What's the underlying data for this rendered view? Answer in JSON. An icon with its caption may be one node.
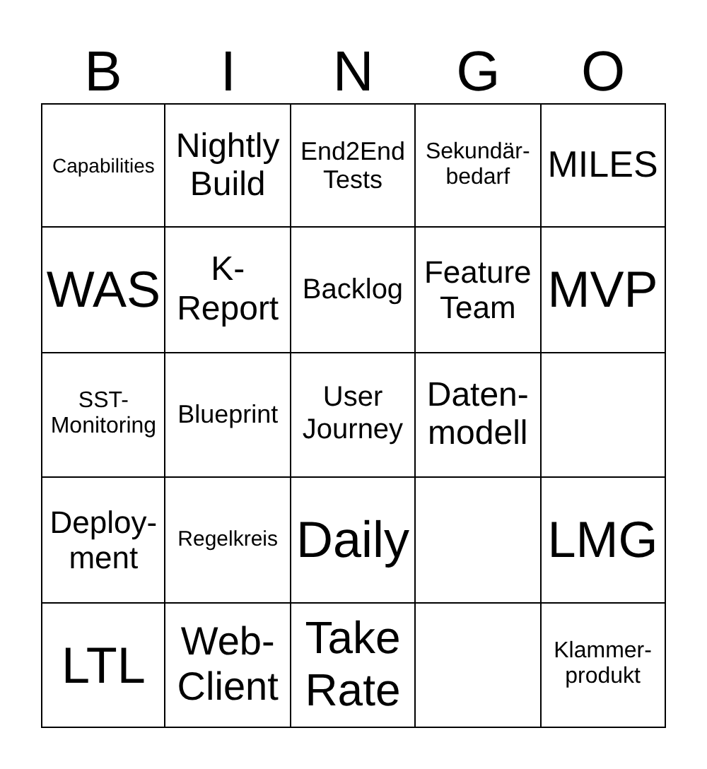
{
  "diagram": {
    "nodes": [
      {
        "text": [
          "Capabilities"
        ]
      },
      {
        "text": [
          "Nightly Build"
        ]
      },
      {
        "text": [
          "End2End Tests"
        ]
      },
      {
        "text": [
          "Sekundär-bedarf"
        ]
      },
      {
        "text": [
          "MILES"
        ]
      },
      {
        "text": [
          "WAS"
        ]
      },
      {
        "text": [
          "K-Report"
        ]
      },
      {
        "text": [
          "Backlog"
        ]
      },
      {
        "text": [
          "Feature Team"
        ]
      },
      {
        "text": [
          "MVP"
        ]
      },
      {
        "text": [
          "SST-Monitoring"
        ]
      },
      {
        "text": [
          "Blueprint"
        ]
      },
      {
        "text": [
          "User Journey"
        ]
      },
      {
        "text": [
          "Daten-modell"
        ]
      },
      {
        "text": [],
        "shape": "box"
      },
      {
        "text": [
          "Deploy-ment"
        ]
      },
      {
        "text": [
          "Regelkreis"
        ]
      },
      {
        "text": [
          "Daily"
        ]
      },
      {
        "text": [],
        "shape": "box"
      },
      {
        "text": [
          "LMG"
        ]
      },
      {
        "text": [
          "LTL"
        ]
      },
      {
        "text": [
          "Web-Client"
        ]
      },
      {
        "text": [
          "Take Rate"
        ]
      },
      {
        "text": [],
        "shape": "box"
      },
      {
        "text": [
          "Klammer-produkt"
        ]
      }
    ],
    "labels": [
      "B",
      "I",
      "N",
      "G",
      "O"
    ]
  }
}
